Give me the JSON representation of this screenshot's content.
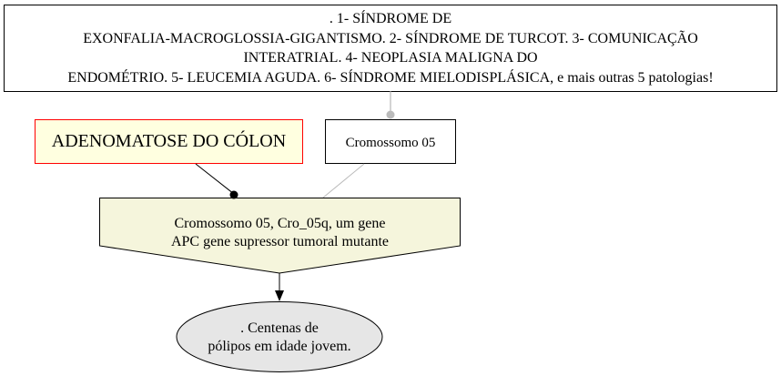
{
  "nodes": {
    "syndromes": {
      "lines": [
        ". 1- SÍNDROME DE",
        "EXONFALIA-MACROGLOSSIA-GIGANTISMO. 2- SÍNDROME DE TURCOT. 3- COMUNICAÇÃO",
        "INTERATRIAL. 4- NEOPLASIA MALIGNA DO",
        "ENDOMÉTRIO. 5- LEUCEMIA AGUDA. 6- SÍNDROME MIELODISPLÁSICA, e mais outras 5 patologias!"
      ]
    },
    "disease": {
      "label": "ADENOMATOSE DO CÓLON",
      "fill": "#ffffe0",
      "border": "#ff0000"
    },
    "chromosome": {
      "label": "Cromossomo 05"
    },
    "gene": {
      "lines": [
        "Cromossomo 05, Cro_05q, um gene",
        "APC gene supressor tumoral mutante"
      ],
      "fill": "#f5f5dc"
    },
    "outcome": {
      "lines": [
        ". Centenas de",
        "pólipos em idade jovem."
      ],
      "fill": "#e6e6e6"
    }
  }
}
